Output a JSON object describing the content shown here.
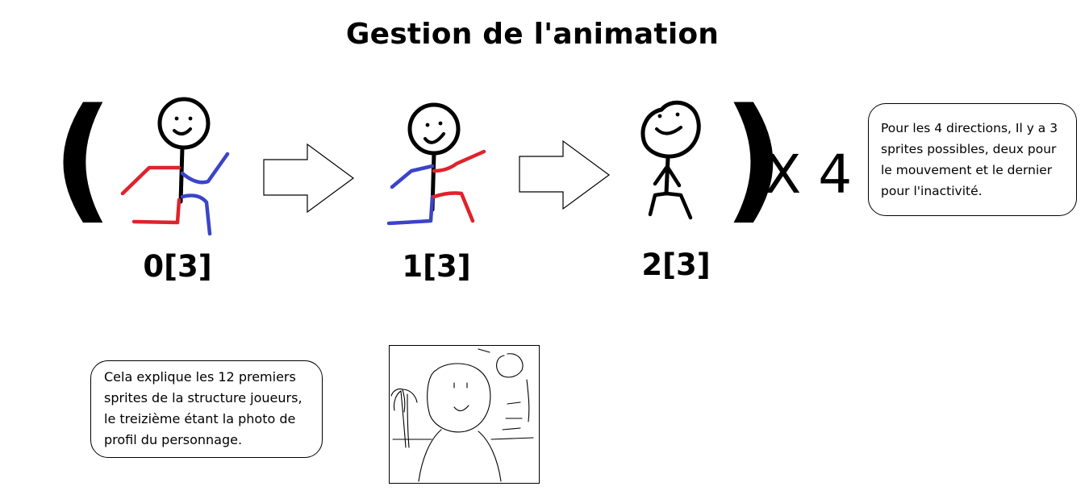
{
  "title": "Gestion de l'animation",
  "brackets": {
    "open": "(",
    "close": ")"
  },
  "multiplier": "X 4",
  "frames": [
    {
      "label": "0[3]",
      "pose": "running-left-leg-forward"
    },
    {
      "label": "1[3]",
      "pose": "running-right-leg-forward"
    },
    {
      "label": "2[3]",
      "pose": "idle-standing"
    }
  ],
  "arrows": [
    "arrow-right-outline",
    "arrow-right-outline"
  ],
  "notes": {
    "directions": "Pour les 4 directions, Il y a 3 sprites possibles, deux pour le mouvement et le dernier pour l'inactivité.",
    "profile": "Cela explique les 12 premiers sprites de la structure joueurs, le treizième étant la photo de profil du personnage."
  },
  "colors": {
    "limb_red": "#e0222b",
    "limb_blue": "#3b44c8",
    "ink": "#000000"
  }
}
